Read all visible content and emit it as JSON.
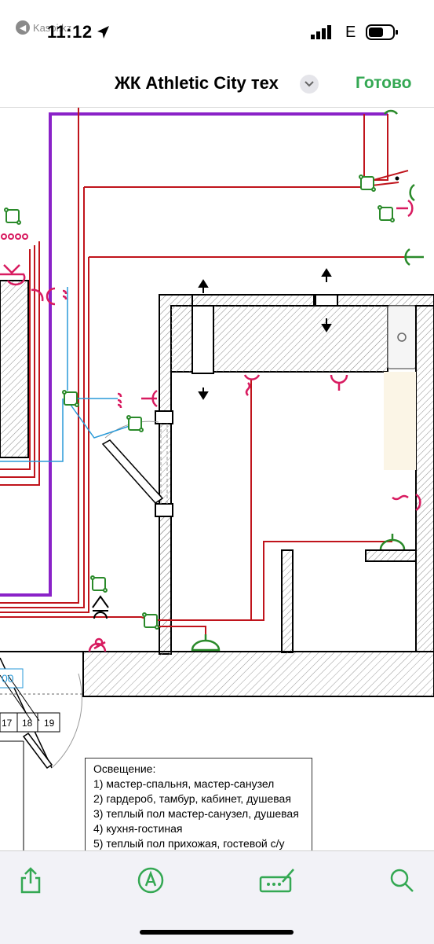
{
  "status_bar": {
    "time": "11:12",
    "app_tag": "Kaspi.kz",
    "carrier": "E"
  },
  "nav": {
    "title": "ЖК Athletic City тех",
    "done_label": "Готово"
  },
  "drawing": {
    "colors": {
      "wire_red": "#c0141c",
      "wire_purple": "#8a22c8",
      "wire_blue": "#2a9ad8",
      "switch_green": "#2a8a2a",
      "fixture_pink": "#d81b60",
      "accent_green": "#34a853"
    },
    "cell_labels": [
      "17",
      "18",
      "19"
    ],
    "partial_label": "00"
  },
  "legend": {
    "title": "Освещение:",
    "items": [
      "1) мастер-спальня, мастер-санузел",
      "2) гардероб, тамбур, кабинет, душевая",
      "3) теплый пол мастер-санузел, душевая",
      "4) кухня-гостиная",
      "5) теплый пол прихожая, гостевой с/у"
    ]
  },
  "toolbar": {
    "icons": [
      "share-icon",
      "markup-icon",
      "keyboard-signature-icon",
      "search-icon"
    ]
  }
}
